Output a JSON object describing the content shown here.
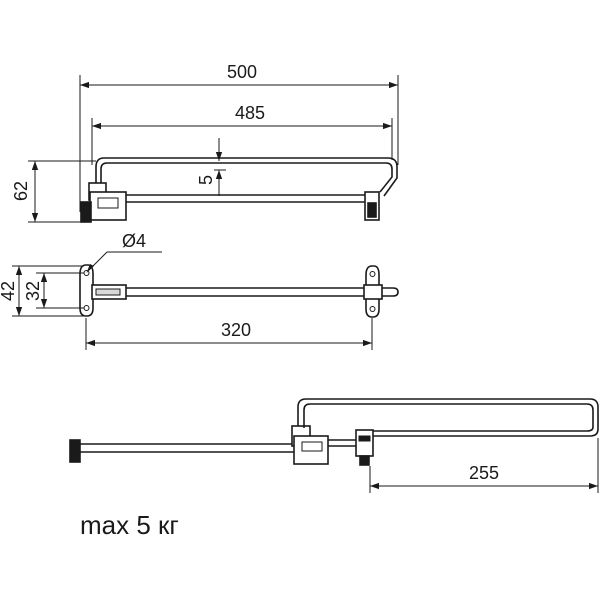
{
  "dimensions": {
    "overall_length": "500",
    "frame_length": "485",
    "bar_offset": "5",
    "height": "62",
    "hole_diameter": "Ø4",
    "mount_height_outer": "42",
    "mount_height_inner": "32",
    "mount_spacing": "320",
    "extension": "255"
  },
  "caption": "max 5 кг"
}
